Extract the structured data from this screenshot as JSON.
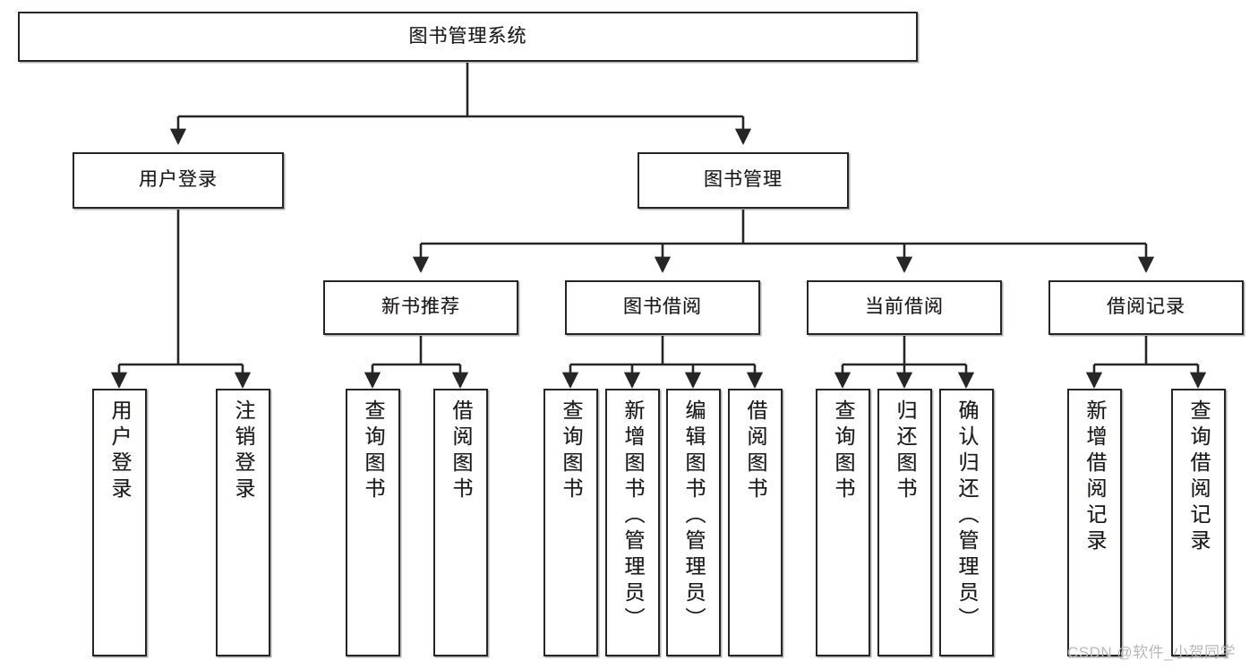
{
  "diagram": {
    "type": "tree",
    "title": "图书管理系统",
    "watermark": "CSDN @软件_小贺同学",
    "colors": {
      "box_border": "#262626",
      "box_fill": "#ffffff",
      "connector": "#262626",
      "text": "#1a1a1a",
      "watermark": "#b9b9b9"
    },
    "levels": {
      "root": {
        "label": "图书管理系统"
      },
      "level2": [
        {
          "label": "用户登录"
        },
        {
          "label": "图书管理"
        }
      ],
      "level3": [
        {
          "label": "新书推荐"
        },
        {
          "label": "图书借阅"
        },
        {
          "label": "当前借阅"
        },
        {
          "label": "借阅记录"
        }
      ],
      "leaves": {
        "user_login": [
          {
            "label": "用户登录"
          },
          {
            "label": "注销登录"
          }
        ],
        "new_book_recommend": [
          {
            "label": "查询图书"
          },
          {
            "label": "借阅图书"
          }
        ],
        "book_borrow": [
          {
            "label": "查询图书"
          },
          {
            "label": "新增图书（管理员）"
          },
          {
            "label": "编辑图书（管理员）"
          },
          {
            "label": "借阅图书"
          }
        ],
        "current_borrow": [
          {
            "label": "查询图书"
          },
          {
            "label": "归还图书"
          },
          {
            "label": "确认归还（管理员）"
          }
        ],
        "borrow_record": [
          {
            "label": "新增借阅记录"
          },
          {
            "label": "查询借阅记录"
          }
        ]
      }
    }
  }
}
